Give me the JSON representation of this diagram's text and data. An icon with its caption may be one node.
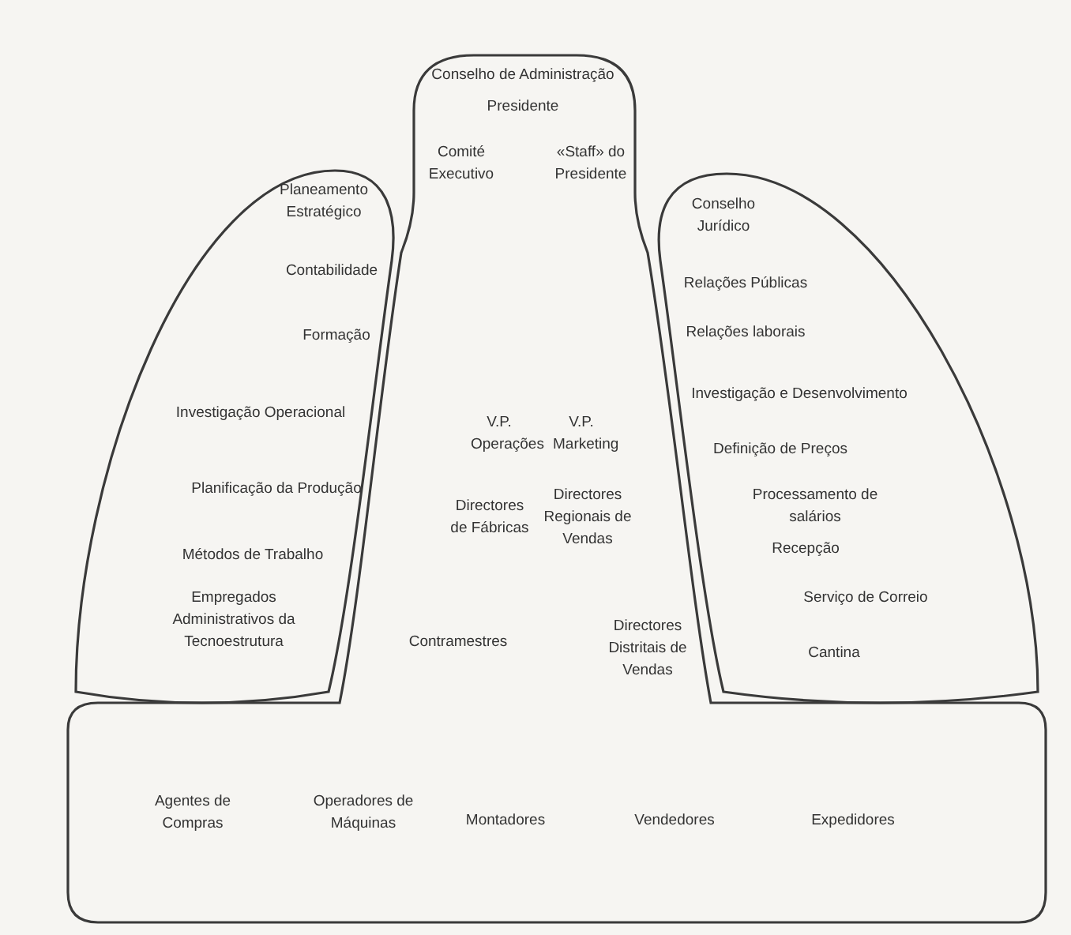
{
  "diagram": {
    "nodes": [
      {
        "text": [
          "Conselho de Administração",
          "Presidente",
          "Comité Executivo",
          "«Staff» do Presidente",
          "V.P. Operações",
          "V.P. Marketing",
          "Directores de Fábricas",
          "Directores Regionais de Vendas",
          "Contramestres",
          "Directores Distritais de Vendas",
          "Agentes de Compras",
          "Operadores de Máquinas",
          "Montadores",
          "Vendedores",
          "Expedidores"
        ]
      },
      {
        "text": [
          "Planeamento Estratégico",
          "Contabilidade",
          "Formação",
          "Investigação Operacional",
          "Planificação da Produção",
          "Métodos de Trabalho",
          "Empregados Administrativos da Tecnoestrutura"
        ]
      },
      {
        "text": [
          "Conselho Jurídico",
          "Relações Públicas",
          "Relações laborais",
          "Investigação e Desenvolvimento",
          "Definição de Preços",
          "Processamento de salários",
          "Recepção",
          "Serviço de Correio",
          "Cantina"
        ]
      }
    ]
  }
}
